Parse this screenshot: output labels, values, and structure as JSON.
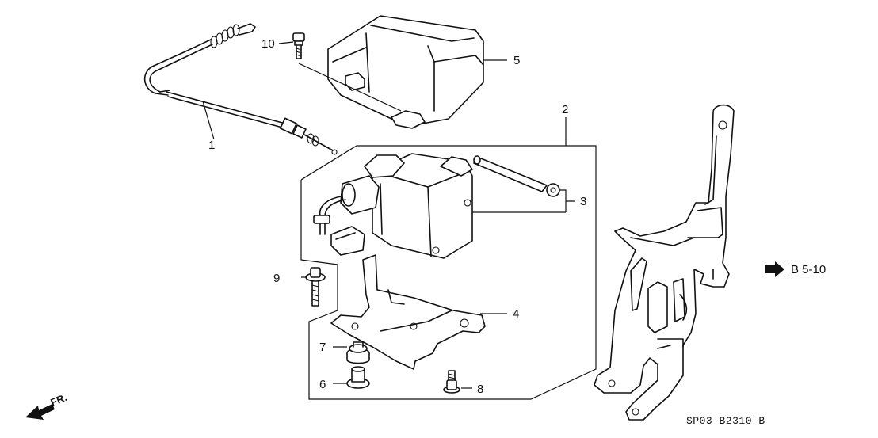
{
  "callouts": {
    "c1": "1",
    "c2": "2",
    "c3": "3",
    "c4": "4",
    "c5": "5",
    "c6": "6",
    "c7": "7",
    "c8": "8",
    "c9": "9",
    "c10": "10"
  },
  "reference": {
    "label": "B 5-10",
    "icon": "arrow-right-icon"
  },
  "direction": {
    "label": "FR.",
    "icon": "front-direction-arrow-icon"
  },
  "diagram_code": "SP03-B2310 B",
  "colors": {
    "line": "#111111",
    "background": "#ffffff"
  }
}
